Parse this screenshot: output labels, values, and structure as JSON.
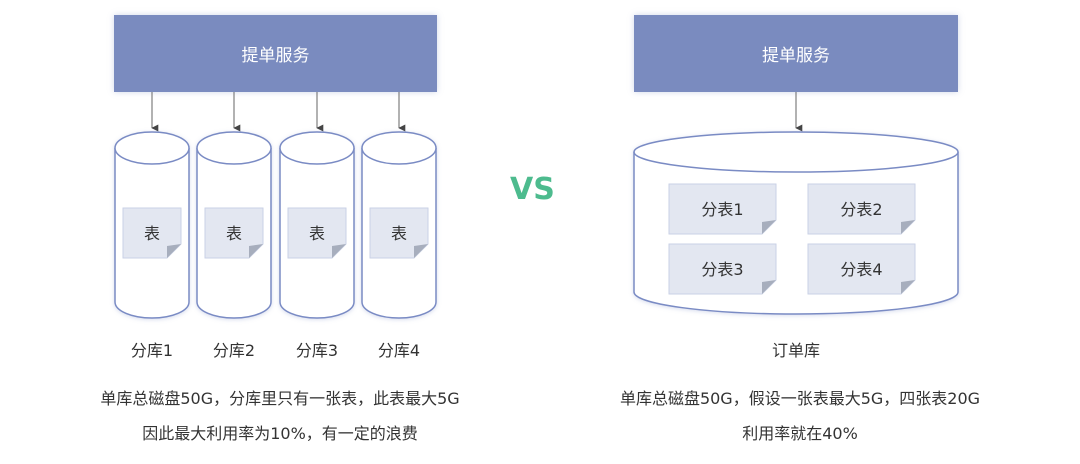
{
  "left": {
    "service_label": "提单服务",
    "databases": [
      {
        "name": "分库1",
        "table": "表"
      },
      {
        "name": "分库2",
        "table": "表"
      },
      {
        "name": "分库3",
        "table": "表"
      },
      {
        "name": "分库4",
        "table": "表"
      }
    ],
    "note_lines": [
      "单库总磁盘50G，分库里只有一张表，此表最大5G",
      "因此最大利用率为10%，有一定的浪费"
    ]
  },
  "vs_label": "VS",
  "right": {
    "service_label": "提单服务",
    "database_name": "订单库",
    "tables": [
      "分表1",
      "分表2",
      "分表3",
      "分表4"
    ],
    "note_lines": [
      "单库总磁盘50G，假设一张表最大5G，四张表20G",
      "利用率就在40%"
    ]
  },
  "colors": {
    "service_fill": "#7a8bbf",
    "cylinder_stroke": "#7a8bc4",
    "table_fill": "#e3e7f1",
    "vs": "#4dbb8e"
  }
}
